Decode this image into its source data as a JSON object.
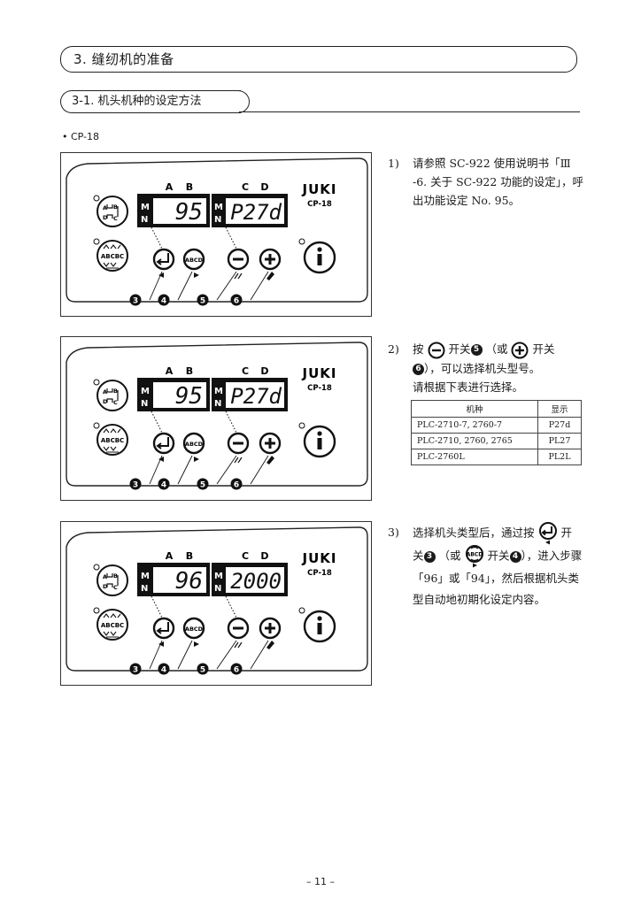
{
  "header": {
    "section_title": "3. 缝纫机的准备",
    "subsection_title": "3-1. 机头机种的设定方法",
    "bullet": "• CP-18"
  },
  "panels": [
    {
      "display_left": "95",
      "display_right": "P27d",
      "label_a": "A",
      "label_b": "B",
      "label_c": "C",
      "label_d": "D",
      "brand": "JUKI",
      "model": "CP-18",
      "callouts": [
        "3",
        "4",
        "5",
        "6"
      ]
    },
    {
      "display_left": "95",
      "display_right": "P27d",
      "label_a": "A",
      "label_b": "B",
      "label_c": "C",
      "label_d": "D",
      "brand": "JUKI",
      "model": "CP-18",
      "callouts": [
        "3",
        "4",
        "5",
        "6"
      ]
    },
    {
      "display_left": "96",
      "display_right": "2000",
      "label_a": "A",
      "label_b": "B",
      "label_c": "C",
      "label_d": "D",
      "brand": "JUKI",
      "model": "CP-18",
      "callouts": [
        "3",
        "4",
        "5",
        "6"
      ]
    }
  ],
  "steps": [
    {
      "num": "1)",
      "text": "请参照 SC-922 使用说明书「Ⅲ -6. 关于 SC-922 功能的设定」，呼出功能设定 No. 95。"
    },
    {
      "num": "2)",
      "a": "按",
      "b": "开关",
      "c": "（或",
      "d": "开关",
      "e": "），可以选择机头型号。",
      "f": "请根据下表进行选择。",
      "n1": "5",
      "n2": "6"
    },
    {
      "num": "3)",
      "a": "选择机头类型后，通过按",
      "b": "开",
      "c": "关",
      "d": "（或",
      "e": "开关",
      "f": "），进入步骤「96」或「94」，然后根据机头类型自动地初期化设定内容。",
      "n1": "3",
      "n2": "4"
    }
  ],
  "table": {
    "headers": [
      "机种",
      "显示"
    ],
    "rows": [
      [
        "PLC-2710-7, 2760-7",
        "P27d"
      ],
      [
        "PLC-2710, 2760, 2765",
        "PL27"
      ],
      [
        "PLC-2760L",
        "PL2L"
      ]
    ]
  },
  "page_number": "– 11 –",
  "icon_names": [
    "enter-icon",
    "abcd-select-icon",
    "minus-icon",
    "plus-icon",
    "info-icon",
    "ab-cd-mode-icon",
    "abc-abc-mode-icon"
  ]
}
